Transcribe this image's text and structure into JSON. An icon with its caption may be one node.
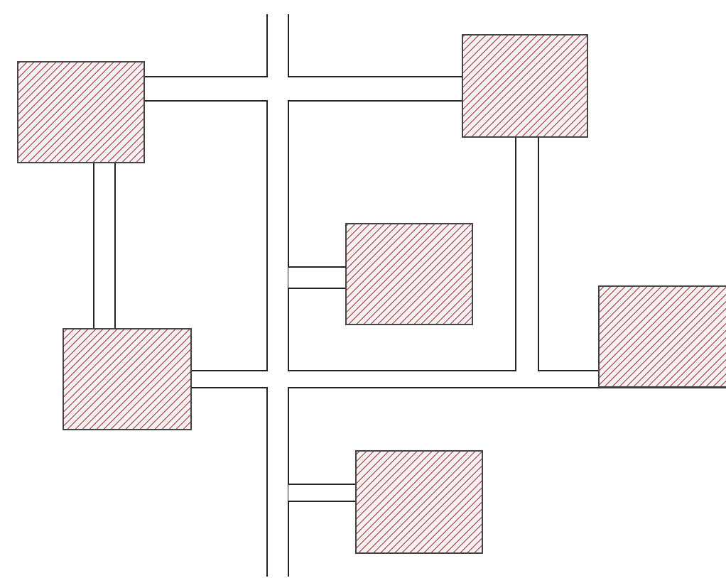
{
  "diagram": {
    "nodes": [
      {
        "text": [],
        "shape": "box"
      },
      {
        "text": [],
        "shape": "box"
      },
      {
        "text": [],
        "shape": "box"
      },
      {
        "text": [],
        "shape": "box"
      },
      {
        "text": [],
        "shape": "box"
      },
      {
        "text": [],
        "shape": "box"
      }
    ],
    "edges": [
      {
        "from": 0,
        "to": 4,
        "arrow": "none"
      }
    ]
  }
}
